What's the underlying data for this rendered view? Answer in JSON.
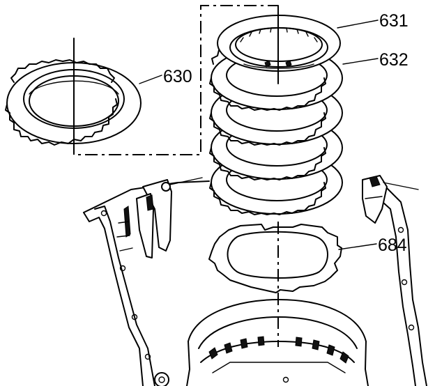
{
  "callouts": {
    "snap_ring_plate": "630",
    "clutch_plate_steel": "631",
    "clutch_plate_fiber": "632",
    "backing_plate": "684"
  }
}
